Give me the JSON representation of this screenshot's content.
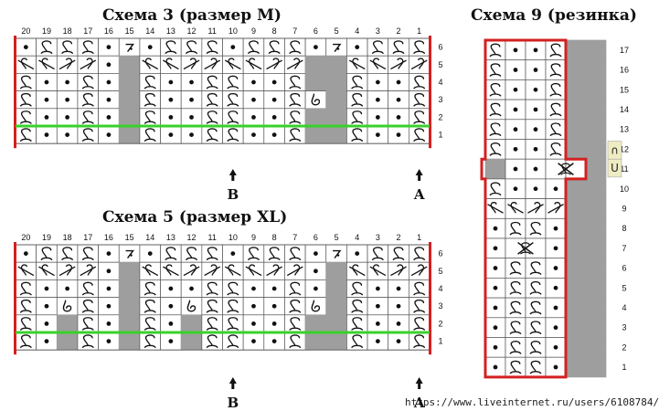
{
  "titles": {
    "scheme3": "Схема 3 (размер М)",
    "scheme5": "Схема 5 (размер XL)",
    "scheme9": "Схема 9 (резинка)"
  },
  "markers": {
    "b": "В",
    "a": "А"
  },
  "legend_9": [
    "U",
    "∩"
  ],
  "watermark": "https://www.liveinternet.ru/users/6108784/",
  "colors": {
    "border": "#d42020",
    "guide": "#39d12b",
    "gray": "#9e9e9e",
    "grid": "#555555",
    "legend_bg": "#efecc4"
  },
  "symbols": {
    "o": "purl (dot)",
    "k": "crossed knit loop",
    "g": "gray: no stitch",
    "t": "decrease",
    "b": "twisted loop",
    "r": "cable: right over left",
    "l": "cable: left over right",
    "x": "cable over 2 stitches"
  },
  "scheme3": {
    "columns": [
      "20",
      "19",
      "18",
      "17",
      "16",
      "15",
      "14",
      "13",
      "12",
      "11",
      "10",
      "9",
      "8",
      "7",
      "6",
      "5",
      "4",
      "3",
      "2",
      "1"
    ],
    "rows": [
      {
        "n": "6",
        "cells": [
          "o",
          "k",
          "k",
          "k",
          "o",
          "t",
          "o",
          "k",
          "k",
          "k",
          "o",
          "k",
          "k",
          "k",
          "o",
          "t",
          "o",
          "k",
          "k",
          "k"
        ]
      },
      {
        "n": "5",
        "cells": [
          "r",
          "r",
          "l",
          "l",
          "o",
          "g",
          "r",
          "r",
          "l",
          "l",
          "r",
          "r",
          "l",
          "l",
          "g",
          "g",
          "r",
          "r",
          "l",
          "l"
        ]
      },
      {
        "n": "4",
        "cells": [
          "k",
          "o",
          "o",
          "k",
          "o",
          "g",
          "k",
          "o",
          "o",
          "k",
          "k",
          "o",
          "o",
          "k",
          "g",
          "g",
          "k",
          "o",
          "o",
          "k"
        ]
      },
      {
        "n": "3",
        "cells": [
          "k",
          "o",
          "o",
          "k",
          "o",
          "g",
          "k",
          "o",
          "o",
          "k",
          "k",
          "o",
          "o",
          "k",
          "b",
          "g",
          "k",
          "o",
          "o",
          "k"
        ]
      },
      {
        "n": "2",
        "cells": [
          "k",
          "o",
          "o",
          "k",
          "o",
          "g",
          "k",
          "o",
          "o",
          "k",
          "k",
          "o",
          "o",
          "k",
          "g",
          "g",
          "k",
          "o",
          "o",
          "k"
        ]
      },
      {
        "n": "1",
        "cells": [
          "k",
          "o",
          "o",
          "k",
          "o",
          "g",
          "k",
          "o",
          "o",
          "k",
          "k",
          "o",
          "o",
          "k",
          "g",
          "g",
          "k",
          "o",
          "o",
          "k"
        ]
      }
    ]
  },
  "scheme5": {
    "columns": [
      "20",
      "19",
      "18",
      "17",
      "16",
      "15",
      "14",
      "13",
      "12",
      "11",
      "10",
      "9",
      "8",
      "7",
      "6",
      "5",
      "4",
      "3",
      "2",
      "1"
    ],
    "rows": [
      {
        "n": "6",
        "cells": [
          "o",
          "k",
          "k",
          "k",
          "o",
          "t",
          "o",
          "k",
          "k",
          "k",
          "o",
          "k",
          "k",
          "k",
          "o",
          "t",
          "o",
          "k",
          "k",
          "k"
        ]
      },
      {
        "n": "5",
        "cells": [
          "r",
          "r",
          "l",
          "l",
          "o",
          "g",
          "r",
          "r",
          "l",
          "l",
          "r",
          "r",
          "l",
          "l",
          "o",
          "g",
          "r",
          "r",
          "l",
          "l"
        ]
      },
      {
        "n": "4",
        "cells": [
          "k",
          "o",
          "o",
          "k",
          "o",
          "g",
          "k",
          "o",
          "o",
          "k",
          "k",
          "o",
          "o",
          "k",
          "o",
          "g",
          "k",
          "o",
          "o",
          "k"
        ]
      },
      {
        "n": "3",
        "cells": [
          "k",
          "o",
          "b",
          "k",
          "o",
          "g",
          "k",
          "o",
          "b",
          "k",
          "k",
          "o",
          "o",
          "k",
          "b",
          "g",
          "k",
          "o",
          "o",
          "k"
        ]
      },
      {
        "n": "2",
        "cells": [
          "k",
          "o",
          "g",
          "k",
          "o",
          "g",
          "k",
          "o",
          "g",
          "k",
          "k",
          "o",
          "o",
          "k",
          "g",
          "g",
          "k",
          "o",
          "o",
          "k"
        ]
      },
      {
        "n": "1",
        "cells": [
          "k",
          "o",
          "g",
          "k",
          "o",
          "g",
          "k",
          "o",
          "g",
          "k",
          "k",
          "o",
          "o",
          "k",
          "g",
          "g",
          "k",
          "o",
          "o",
          "k"
        ]
      }
    ]
  },
  "scheme9": {
    "rows": [
      {
        "n": "17",
        "cells": [
          "k",
          "o",
          "o",
          "k",
          "g",
          "g"
        ]
      },
      {
        "n": "16",
        "cells": [
          "k",
          "o",
          "o",
          "k",
          "g",
          "g"
        ]
      },
      {
        "n": "15",
        "cells": [
          "k",
          "o",
          "o",
          "k",
          "g",
          "g"
        ]
      },
      {
        "n": "14",
        "cells": [
          "k",
          "o",
          "o",
          "k",
          "g",
          "g"
        ]
      },
      {
        "n": "13",
        "cells": [
          "k",
          "o",
          "o",
          "k",
          "g",
          "g"
        ]
      },
      {
        "n": "12",
        "cells": [
          "k",
          "o",
          "o",
          "k",
          "g",
          "g"
        ]
      },
      {
        "n": "11",
        "cells": [
          "n",
          "o",
          "o",
          "x",
          "x",
          "g"
        ]
      },
      {
        "n": "10",
        "cells": [
          "k",
          "o",
          "o",
          "o",
          "g",
          "g"
        ]
      },
      {
        "n": "9",
        "cells": [
          "r",
          "r",
          "l",
          "l",
          "g",
          "g"
        ]
      },
      {
        "n": "8",
        "cells": [
          "o",
          "k",
          "k",
          "o",
          "g",
          "g"
        ]
      },
      {
        "n": "7",
        "cells": [
          "o",
          "x",
          "x",
          "o",
          "g",
          "g"
        ]
      },
      {
        "n": "6",
        "cells": [
          "o",
          "k",
          "k",
          "o",
          "g",
          "g"
        ]
      },
      {
        "n": "5",
        "cells": [
          "o",
          "k",
          "k",
          "o",
          "g",
          "g"
        ]
      },
      {
        "n": "4",
        "cells": [
          "o",
          "k",
          "k",
          "o",
          "g",
          "g"
        ]
      },
      {
        "n": "3",
        "cells": [
          "o",
          "k",
          "k",
          "o",
          "g",
          "g"
        ]
      },
      {
        "n": "2",
        "cells": [
          "o",
          "k",
          "k",
          "o",
          "g",
          "g"
        ]
      },
      {
        "n": "1",
        "cells": [
          "o",
          "k",
          "k",
          "o",
          "g",
          "g"
        ]
      }
    ]
  }
}
